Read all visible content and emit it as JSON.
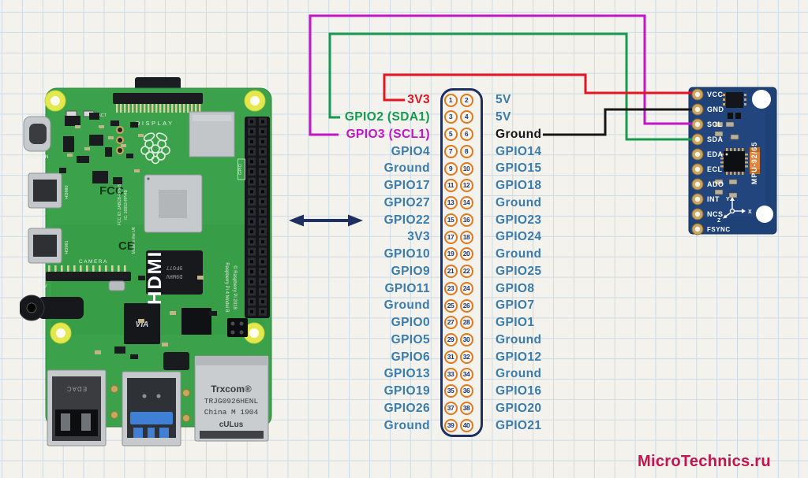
{
  "watermark": "MicroTechnics.ru",
  "colors": {
    "label_blue": "#3a7cad",
    "red": "#e41420",
    "green": "#169a4f",
    "magenta": "#c414c8",
    "black": "#161616",
    "navy": "#1f3060",
    "pin_ring_orange": "#e0791f",
    "watermark_crimson": "#c2154d",
    "pi_pcb_green": "#3ba24b",
    "sensor_pcb_blue": "#1e4178"
  },
  "pinout": {
    "rows": [
      {
        "left": "3V3",
        "left_color": "#e41420",
        "n1": "1",
        "n2": "2",
        "right": "5V"
      },
      {
        "left": "GPIO2 (SDA1)",
        "left_color": "#169a4f",
        "n1": "3",
        "n2": "4",
        "right": "5V"
      },
      {
        "left": "GPIO3 (SCL1)",
        "left_color": "#c414c8",
        "n1": "5",
        "n2": "6",
        "right": "Ground",
        "right_color": "#161616"
      },
      {
        "left": "GPIO4",
        "n1": "7",
        "n2": "8",
        "right": "GPIO14"
      },
      {
        "left": "Ground",
        "n1": "9",
        "n2": "10",
        "right": "GPIO15"
      },
      {
        "left": "GPIO17",
        "n1": "11",
        "n2": "12",
        "right": "GPIO18"
      },
      {
        "left": "GPIO27",
        "n1": "13",
        "n2": "14",
        "right": "Ground"
      },
      {
        "left": "GPIO22",
        "n1": "15",
        "n2": "16",
        "right": "GPIO23"
      },
      {
        "left": "3V3",
        "n1": "17",
        "n2": "18",
        "right": "GPIO24"
      },
      {
        "left": "GPIO10",
        "n1": "19",
        "n2": "20",
        "right": "Ground"
      },
      {
        "left": "GPIO9",
        "n1": "21",
        "n2": "22",
        "right": "GPIO25"
      },
      {
        "left": "GPIO11",
        "n1": "23",
        "n2": "24",
        "right": "GPIO8"
      },
      {
        "left": "Ground",
        "n1": "25",
        "n2": "26",
        "right": "GPIO7"
      },
      {
        "left": "GPIO0",
        "n1": "27",
        "n2": "28",
        "right": "GPIO1"
      },
      {
        "left": "GPIO5",
        "n1": "29",
        "n2": "30",
        "right": "Ground"
      },
      {
        "left": "GPIO6",
        "n1": "31",
        "n2": "32",
        "right": "GPIO12"
      },
      {
        "left": "GPIO13",
        "n1": "33",
        "n2": "34",
        "right": "Ground"
      },
      {
        "left": "GPIO19",
        "n1": "35",
        "n2": "36",
        "right": "GPIO16"
      },
      {
        "left": "GPIO26",
        "n1": "37",
        "n2": "38",
        "right": "GPIO20"
      },
      {
        "left": "Ground",
        "n1": "39",
        "n2": "40",
        "right": "GPIO21"
      }
    ]
  },
  "wires": [
    {
      "name": "wire-3v3-vcc",
      "color": "#e41420",
      "from": "3V3 (pin 1)",
      "to": "VCC"
    },
    {
      "name": "wire-gpio2-sda",
      "color": "#169a4f",
      "from": "GPIO2 (SDA1)",
      "to": "SDA"
    },
    {
      "name": "wire-gpio3-scl",
      "color": "#c414c8",
      "from": "GPIO3 (SCL1)",
      "to": "SCL"
    },
    {
      "name": "wire-ground-gnd",
      "color": "#161616",
      "from": "Ground (pin 6)",
      "to": "GND"
    }
  ],
  "sensor": {
    "chip_label": "MPU-92/65",
    "pins": [
      "VCC",
      "GND",
      "SCL",
      "SDA",
      "EDA",
      "ECL",
      "ADO",
      "INT",
      "NCS",
      "FSYNC"
    ],
    "axis": {
      "x": "X",
      "y": "Y",
      "z": "Z"
    }
  },
  "pi_board": {
    "texts": {
      "display": "DISPLAY",
      "power_in": "POWER IN",
      "hdmi_big": "HDMI",
      "hdmi0": "HDMI0",
      "hdmi1": "HDMI1",
      "camera": "CAMERA",
      "av": "A/V",
      "act": "ACT",
      "gpio": "GPIO",
      "fcc": "FCC",
      "ce": "CE",
      "fcc_id": "FCC ID: 2ABCB-RPI4B",
      "ic_id": "IC: 20953-RPI4B",
      "made_in": "Made in the UK",
      "model": "Raspberry Pi 4 Model B",
      "copyright": "© Raspberry Pi 2018",
      "eth_brand": "Trxcom®",
      "eth_model": "TRJG0926HENL",
      "eth_origin": "China M 1904",
      "eth_cert": "cULus",
      "usb_stamp": "EDAC",
      "via": "VIA",
      "ram_line1": "D9WHV",
      "ram_line2": "9F077"
    }
  }
}
